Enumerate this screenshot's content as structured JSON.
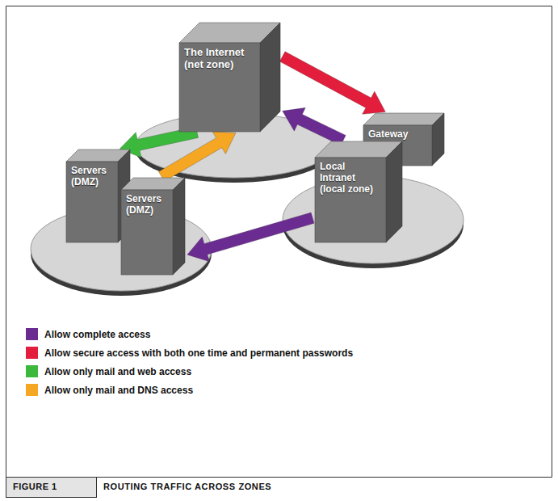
{
  "diagram": {
    "caption": "ROUTING TRAFFIC ACROSS ZONES",
    "nodes": [
      {
        "text": [
          "The Internet (net zone)"
        ]
      },
      {
        "text": [
          "Servers (DMZ)"
        ]
      },
      {
        "text": [
          "Servers (DMZ)"
        ]
      },
      {
        "text": [
          "Gateway"
        ]
      },
      {
        "text": [
          "Local Intranet (local zone)"
        ]
      }
    ],
    "edges": [
      {
        "from": 0,
        "to": 3,
        "arrow": "to"
      },
      {
        "from": 0,
        "to": 1,
        "arrow": "to"
      },
      {
        "from": 2,
        "to": 0,
        "arrow": "to"
      },
      {
        "from": 4,
        "to": 0,
        "arrow": "to"
      },
      {
        "from": 4,
        "to": 2,
        "arrow": "to"
      }
    ],
    "labels": [
      "FIGURE 1"
    ],
    "legend": [
      {
        "text": "Allow complete access",
        "color": "#6b2c91"
      },
      {
        "text": "Allow secure access with both one time and permanent passwords",
        "color": "#e31e3c"
      },
      {
        "text": "Allow only mail and web access",
        "color": "#3cb93c"
      },
      {
        "text": "Allow only mail and DNS access",
        "color": "#f5a623"
      }
    ]
  }
}
